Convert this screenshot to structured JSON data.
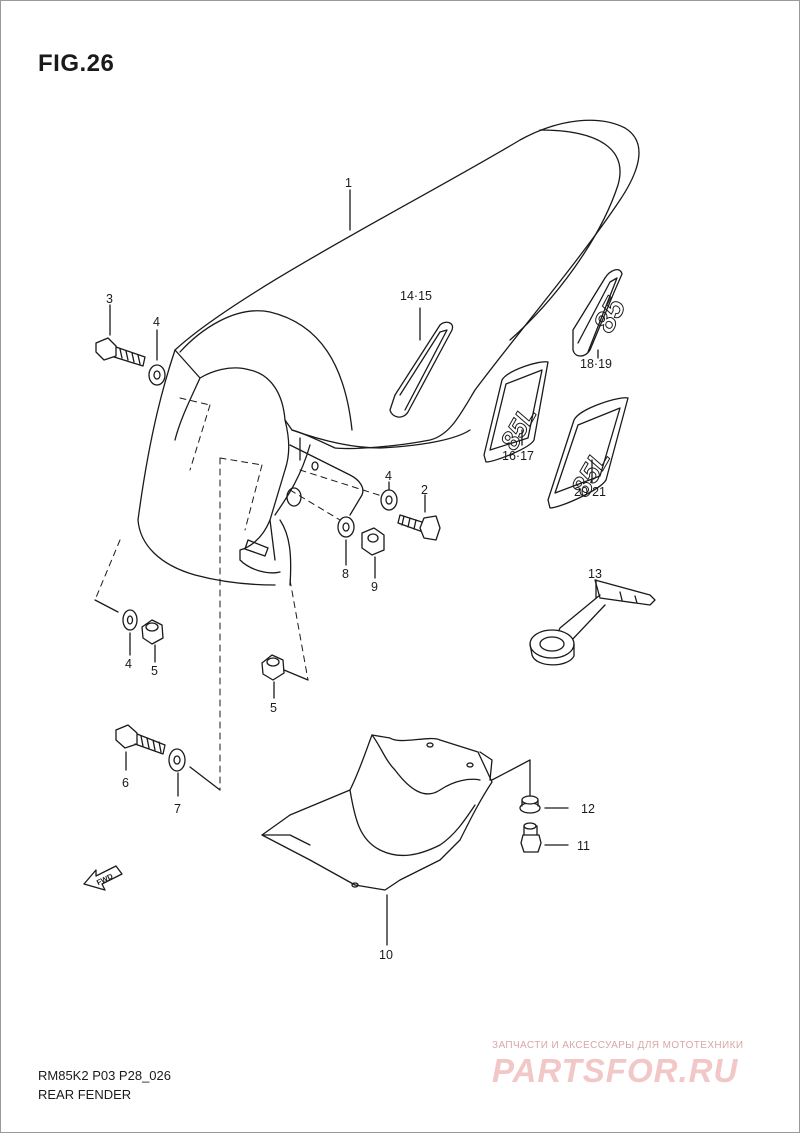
{
  "figure": {
    "title": "FIG.26"
  },
  "footer": {
    "model_code": "RM85K2 P03 P28_026",
    "section": "REAR FENDER"
  },
  "watermark": {
    "subtitle": "ЗАПЧАСТИ И АКСЕССУАРЫ ДЛЯ МОТОТЕХНИКИ",
    "brand": "PARTSFOR.RU"
  },
  "decals": {
    "small": "85",
    "large": "85L"
  },
  "direction_arrow": {
    "label": "FWD"
  },
  "callouts": [
    {
      "id": "c1",
      "text": "1"
    },
    {
      "id": "c2",
      "text": "2"
    },
    {
      "id": "c3",
      "text": "3"
    },
    {
      "id": "c4a",
      "text": "4"
    },
    {
      "id": "c4b",
      "text": "4"
    },
    {
      "id": "c4c",
      "text": "4"
    },
    {
      "id": "c5a",
      "text": "5"
    },
    {
      "id": "c5b",
      "text": "5"
    },
    {
      "id": "c6",
      "text": "6"
    },
    {
      "id": "c7",
      "text": "7"
    },
    {
      "id": "c8",
      "text": "8"
    },
    {
      "id": "c9",
      "text": "9"
    },
    {
      "id": "c10",
      "text": "10"
    },
    {
      "id": "c11",
      "text": "11"
    },
    {
      "id": "c12",
      "text": "12"
    },
    {
      "id": "c13",
      "text": "13"
    },
    {
      "id": "c14",
      "text": "14·15"
    },
    {
      "id": "c16",
      "text": "16·17"
    },
    {
      "id": "c18",
      "text": "18·19"
    },
    {
      "id": "c20",
      "text": "20·21"
    }
  ]
}
